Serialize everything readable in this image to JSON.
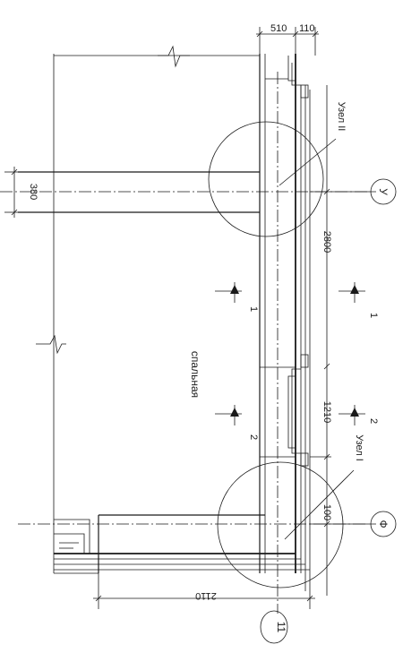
{
  "dimensions": {
    "top_510": "510",
    "top_110": "110",
    "left_380": "380",
    "right_2800": "2800",
    "right_1210": "1210",
    "right_100": "100",
    "bottom_2110": "2110"
  },
  "labels": {
    "node_2": "Узел II",
    "node_1": "Узел I",
    "room": "спальная"
  },
  "axes": {
    "u": "У",
    "f": "Ф",
    "n11": "11"
  },
  "sections": {
    "left_1": "1",
    "left_2": "2",
    "right_1": "1",
    "right_2": "2"
  }
}
